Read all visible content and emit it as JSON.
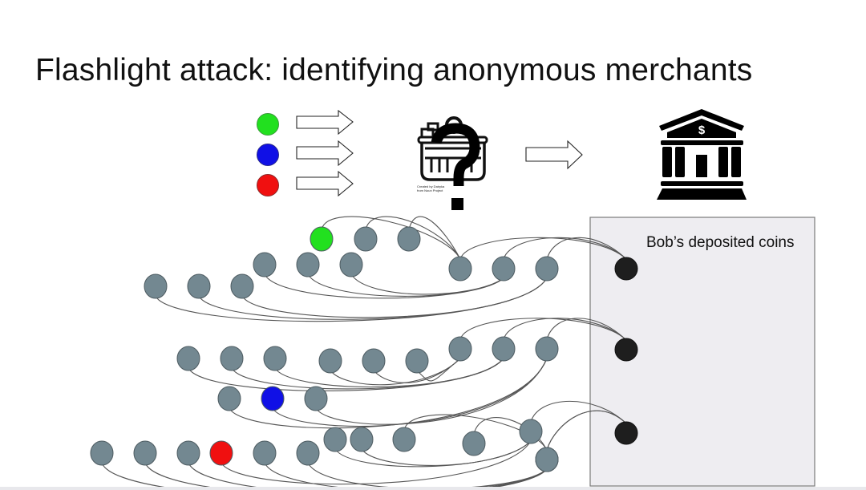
{
  "slide": {
    "title": "Flashlight attack: identifying anonymous merchants",
    "box_label": "Bob’s deposited coins"
  },
  "legend": {
    "coins": [
      {
        "name": "green-coin",
        "color": "#22e01f"
      },
      {
        "name": "blue-coin",
        "color": "#1010e6"
      },
      {
        "name": "red-coin",
        "color": "#f01010"
      }
    ],
    "merchant_icon": "shopping-basket-with-question-mark-icon",
    "merchant_credit": "Created by Dairyka from Noun Project",
    "bank_icon": "bank-icon",
    "bank_symbol": "$"
  },
  "colors": {
    "coin_gray": "#738891",
    "deposit_black": "#1e1e1e",
    "box_fill": "#eeedf1",
    "edge": "#555555"
  },
  "graph": {
    "nodes": [
      {
        "id": "g1",
        "color": "green"
      },
      {
        "id": "a2"
      },
      {
        "id": "a3"
      },
      {
        "id": "b1"
      },
      {
        "id": "b2"
      },
      {
        "id": "b3"
      },
      {
        "id": "b4"
      },
      {
        "id": "b5"
      },
      {
        "id": "b6"
      },
      {
        "id": "c1"
      },
      {
        "id": "c2"
      },
      {
        "id": "c3"
      },
      {
        "id": "d1"
      },
      {
        "id": "d2"
      },
      {
        "id": "d3"
      },
      {
        "id": "d4"
      },
      {
        "id": "d5"
      },
      {
        "id": "d6"
      },
      {
        "id": "d7"
      },
      {
        "id": "d8"
      },
      {
        "id": "d9"
      },
      {
        "id": "e1"
      },
      {
        "id": "e2",
        "color": "blue"
      },
      {
        "id": "e3"
      },
      {
        "id": "f1"
      },
      {
        "id": "f2"
      },
      {
        "id": "f3"
      },
      {
        "id": "f4"
      },
      {
        "id": "f5"
      },
      {
        "id": "f6"
      },
      {
        "id": "f7",
        "color": "red"
      },
      {
        "id": "f8"
      },
      {
        "id": "f9"
      },
      {
        "id": "f10"
      },
      {
        "id": "f11"
      },
      {
        "id": "f12"
      },
      {
        "id": "f13"
      },
      {
        "id": "f14"
      },
      {
        "id": "f15"
      },
      {
        "id": "D1",
        "deposit": true
      },
      {
        "id": "D2",
        "deposit": true
      },
      {
        "id": "D3",
        "deposit": true
      }
    ],
    "edges": [
      [
        "g1",
        "b4"
      ],
      [
        "a2",
        "b4"
      ],
      [
        "a3",
        "b4"
      ],
      [
        "b1",
        "b5"
      ],
      [
        "b2",
        "b5"
      ],
      [
        "b3",
        "b5"
      ],
      [
        "c1",
        "b6"
      ],
      [
        "c2",
        "b6"
      ],
      [
        "c3",
        "b6"
      ],
      [
        "b4",
        "D1"
      ],
      [
        "b5",
        "D1"
      ],
      [
        "b6",
        "D1"
      ],
      [
        "d4",
        "d7"
      ],
      [
        "d5",
        "d7"
      ],
      [
        "d6",
        "d7"
      ],
      [
        "d1",
        "d8"
      ],
      [
        "d2",
        "d8"
      ],
      [
        "d3",
        "d8"
      ],
      [
        "e1",
        "d9"
      ],
      [
        "e2",
        "d9"
      ],
      [
        "e3",
        "d9"
      ],
      [
        "d7",
        "D2"
      ],
      [
        "d8",
        "D2"
      ],
      [
        "d9",
        "D2"
      ],
      [
        "f7",
        "f12"
      ],
      [
        "f8",
        "f12"
      ],
      [
        "f9",
        "f12"
      ],
      [
        "f10",
        "f13"
      ],
      [
        "f11",
        "f13"
      ],
      [
        "f1",
        "f13"
      ],
      [
        "f2",
        "f15"
      ],
      [
        "f3",
        "f15"
      ],
      [
        "f4",
        "f15"
      ],
      [
        "f5",
        "f15"
      ],
      [
        "f6",
        "f15"
      ],
      [
        "f12",
        "D3"
      ],
      [
        "f13",
        "D3"
      ],
      [
        "f15",
        "D3"
      ]
    ]
  }
}
